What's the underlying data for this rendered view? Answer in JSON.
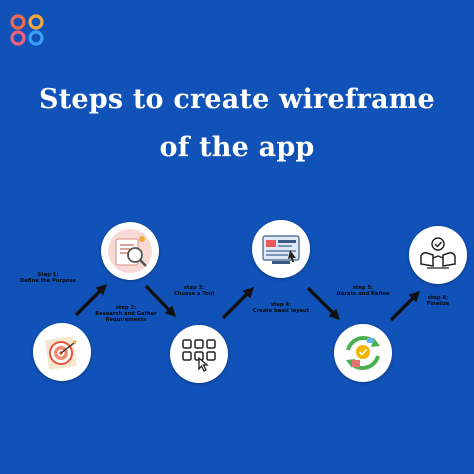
{
  "brand": {
    "logo_icon": "four-rings-logo",
    "ring_colors": [
      "#f26a4b",
      "#f4a93c",
      "#ffffff",
      "#3aa0f2"
    ]
  },
  "headline": {
    "line1": "Steps to create wireframe",
    "line2": "of the app"
  },
  "colors": {
    "background": "#1152b8",
    "circle": "#ffffff",
    "arrow": "#111111",
    "headline": "#ffffff"
  },
  "steps": [
    {
      "step": "Step 1:",
      "title": "Define the Purpose",
      "icon": "target-icon"
    },
    {
      "step": "step 2:",
      "title": "Research and Gather Requirements",
      "icon": "research-icon"
    },
    {
      "step": "step 3:",
      "title": "Choose a Tool",
      "icon": "keypad-tool-icon"
    },
    {
      "step": "step 4:",
      "title": "Create basic layout",
      "icon": "layout-icon"
    },
    {
      "step": "step 5:",
      "title": "Iterate and Refine",
      "icon": "iterate-cycle-icon"
    },
    {
      "step": "step 6:",
      "title": "Finalize",
      "icon": "handshake-check-icon"
    }
  ]
}
